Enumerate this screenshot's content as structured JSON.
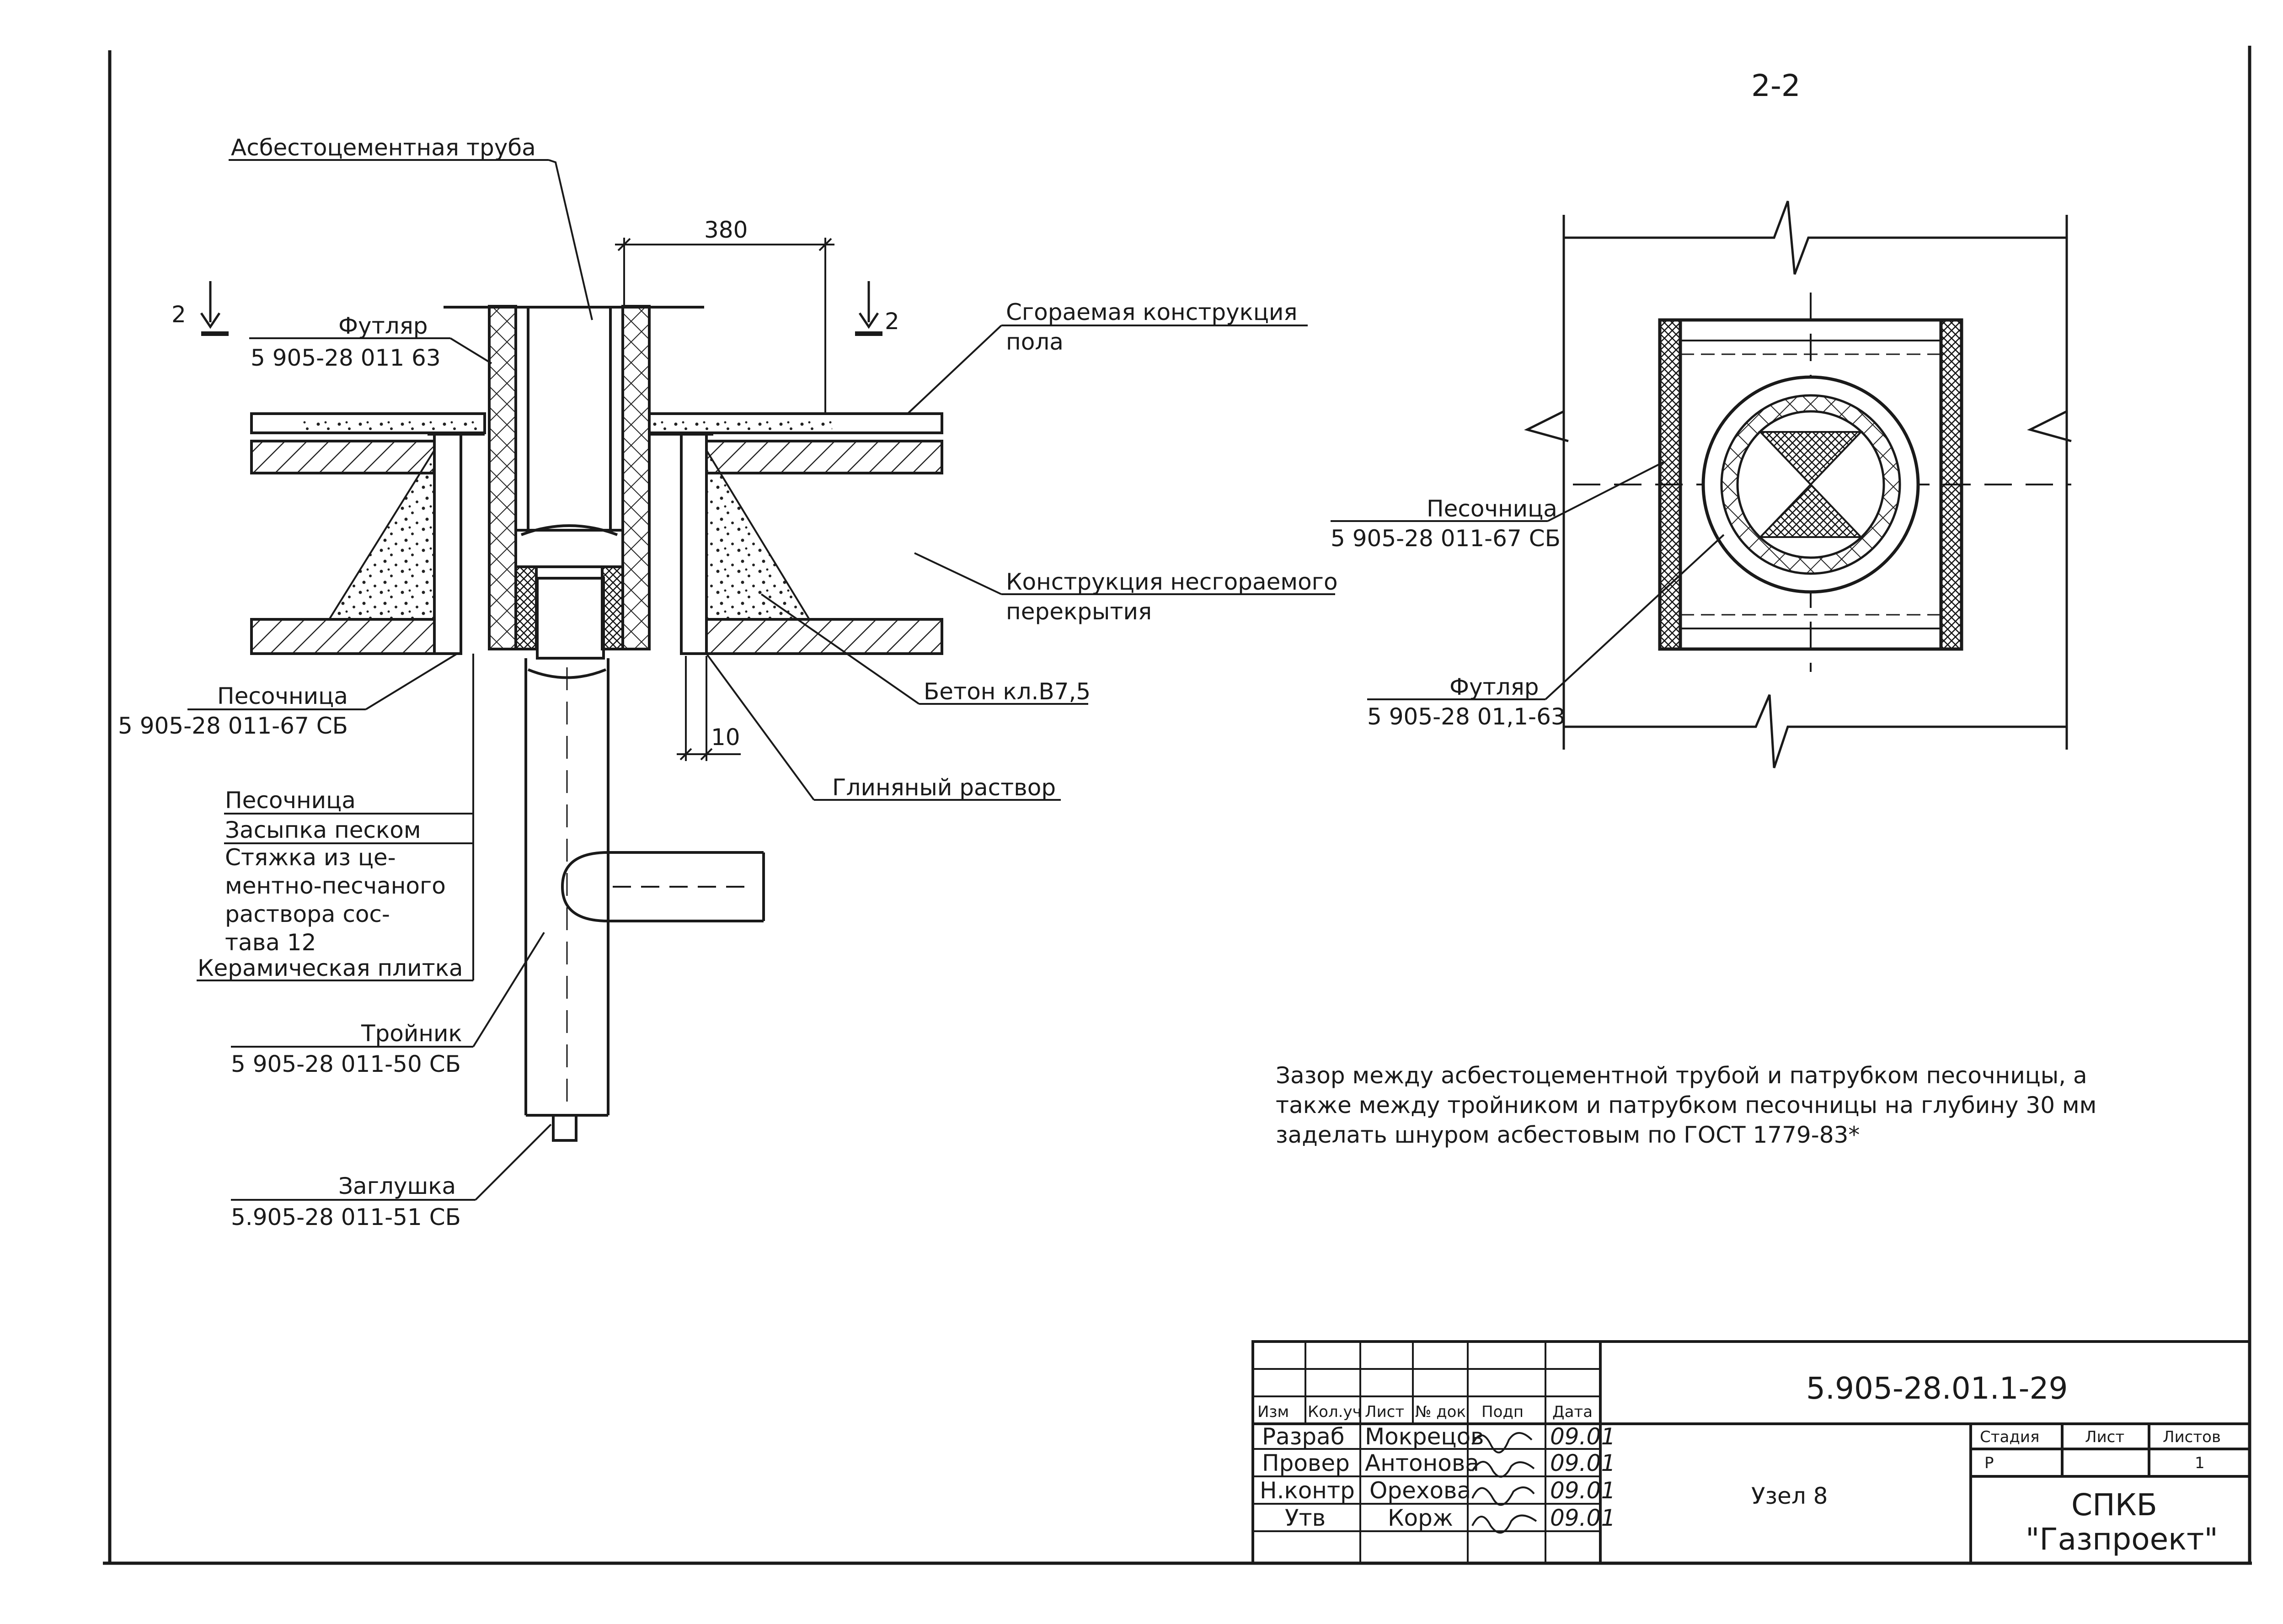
{
  "section_mark": "2-2",
  "cut_mark": "2",
  "labels": {
    "asbestos_pipe": "Асбестоцементная труба",
    "dim_380": "380",
    "dim_10": "10",
    "case_left": "Футляр",
    "case_left_code": "5 905-28 011 63",
    "floor_combustible": "Сгораемая конструкция",
    "floor_combustible_2": "пола",
    "sandbox_left": "Песочница",
    "sandbox_left_code": "5 905-28 011-67 СБ",
    "slab_noncombustible": "Конструкция несгораемого",
    "slab_noncombustible_2": "перекрытия",
    "concrete": "Бетон кл.В7,5",
    "clay_mortar": "Глиняный раствор",
    "layer_sandbox": "Песочница",
    "layer_sand": "Засыпка песком",
    "layer_screed_1": "Стяжка из це-",
    "layer_screed_2": "ментно-песчаного",
    "layer_screed_3": "раствора сос-",
    "layer_screed_4": "тава 12",
    "layer_tile": "Керамическая плитка",
    "tee": "Тройник",
    "tee_code": "5 905-28 011-50 СБ",
    "plug": "Заглушка",
    "plug_code": "5.905-28 011-51 СБ",
    "sandbox_right": "Песочница",
    "sandbox_right_code": "5 905-28 011-67 СБ",
    "case_right": "Футляр",
    "case_right_code": "5 905-28 01,1-63"
  },
  "note": {
    "line1": "Зазор между асбестоцементной трубой и патрубком песочницы, а",
    "line2": "также между тройником и патрубком песочницы на глубину 30 мм",
    "line3": "заделать шнуром асбестовым по ГОСТ 1779-83*"
  },
  "title_block": {
    "doc_code": "5.905-28.01.1-29",
    "headers": [
      "Изм",
      "Кол.уч",
      "Лист",
      "№ док",
      "Подп",
      "Дата"
    ],
    "rows": [
      {
        "role": "Разраб",
        "name": "Мокрецов",
        "date": "09.01"
      },
      {
        "role": "Провер",
        "name": "Антонова",
        "date": "09.01"
      },
      {
        "role": "Н.контр",
        "name": "Орехова",
        "date": "09.01"
      },
      {
        "role": "Утв",
        "name": "Корж",
        "date": "09.01"
      }
    ],
    "item_name": "Узел 8",
    "stage_header": "Стадия",
    "sheet_header": "Лист",
    "sheets_header": "Листов",
    "stage": "Р",
    "sheets": "1",
    "org_1": "СПКБ",
    "org_2": "\"Газпроект\""
  }
}
